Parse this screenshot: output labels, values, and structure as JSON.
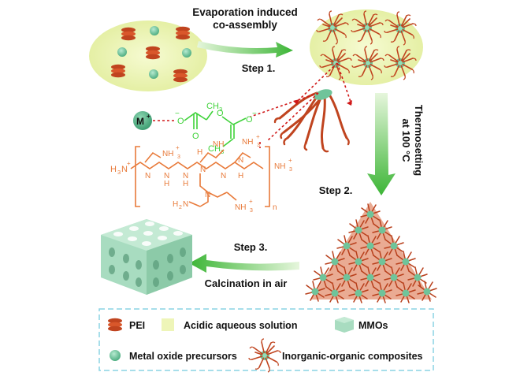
{
  "steps": {
    "step1_title_line1": "Evaporation induced",
    "step1_title_line2": "co-assembly",
    "step1_label": "Step 1.",
    "step2_title_line1": "Thermosetting",
    "step2_title_line2": "at 100 °C",
    "step2_label": "Step 2.",
    "step3_label": "Step 3.",
    "step3_title": "Calcination in air"
  },
  "chemistry": {
    "metal_ion": "M",
    "metal_charge": "+",
    "oxygen": "O",
    "minus": "−",
    "carbon_methyl": "CH",
    "subscript3": "3",
    "amine_plus": "NH",
    "nitrogen": "N",
    "hydrogen": "H",
    "plus": "+",
    "h3n": "H",
    "h2n": "H",
    "subscript2": "2",
    "n_sub": "n"
  },
  "legend": {
    "pei": "PEI",
    "acidic": "Acidic aqueous solution",
    "mmos": "MMOs",
    "metal_oxide": "Metal oxide precursors",
    "composites": "Inorganic-organic composites"
  },
  "colors": {
    "pei": "#c0441f",
    "micelle_core": "#6fc49a",
    "solution": "#eef5b8",
    "arrow_green": "#46c23c",
    "chem_orange": "#e87a3a",
    "chem_green": "#3fd23a",
    "dotted_red": "#d01818",
    "mmo": "#a8dcc0",
    "legend_border": "#8ad3e3"
  }
}
